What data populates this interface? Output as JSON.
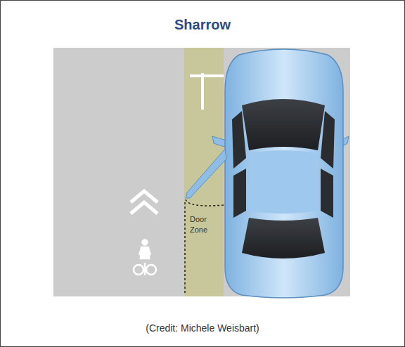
{
  "diagram": {
    "title": "Sharrow",
    "caption": "(Credit: Michele Weisbart)",
    "labels": [
      "Door Zone"
    ]
  }
}
